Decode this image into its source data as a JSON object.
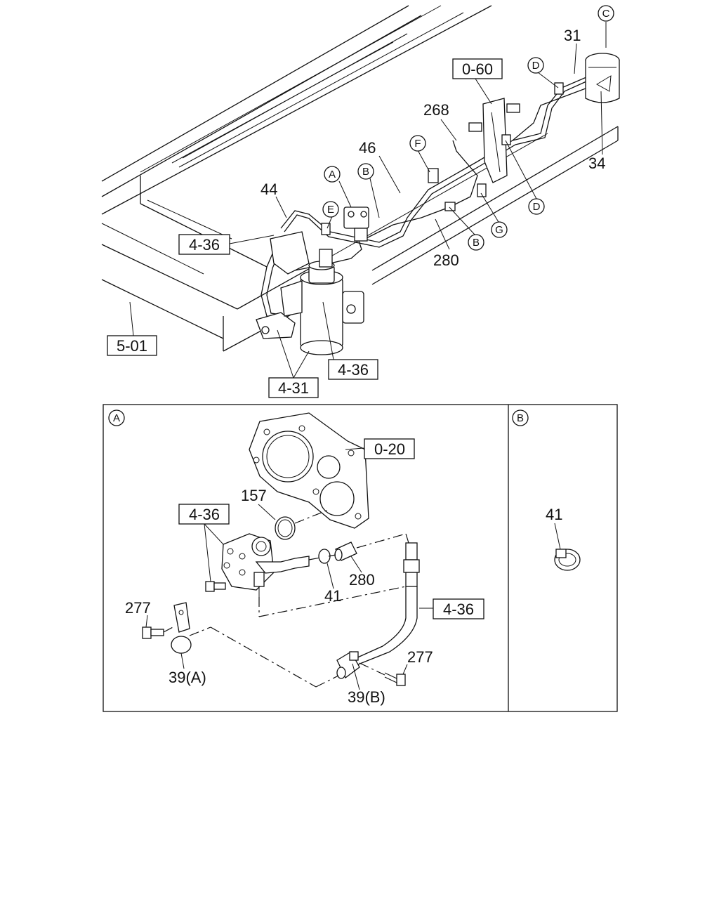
{
  "main_view": {
    "part_numbers": {
      "p31": "31",
      "p34": "34",
      "p268": "268",
      "p46": "46",
      "p44": "44",
      "p280": "280"
    },
    "ref_boxes": {
      "r060": "0-60",
      "r436a": "4-36",
      "r501": "5-01",
      "r436b": "4-36",
      "r431": "4-31"
    },
    "callouts": {
      "c": "C",
      "d1": "D",
      "d2": "D",
      "f": "F",
      "a": "A",
      "b1": "B",
      "e": "E",
      "g": "G",
      "b2": "B"
    }
  },
  "detail_a": {
    "label": "A",
    "ref_boxes": {
      "r020": "0-20",
      "r436a": "4-36",
      "r436b": "4-36"
    },
    "part_numbers": {
      "p157": "157",
      "p280": "280",
      "p41": "41",
      "p277a": "277",
      "p39a": "39(A)",
      "p277b": "277",
      "p39b": "39(B)"
    }
  },
  "detail_b": {
    "label": "B",
    "part_numbers": {
      "p41": "41"
    }
  }
}
